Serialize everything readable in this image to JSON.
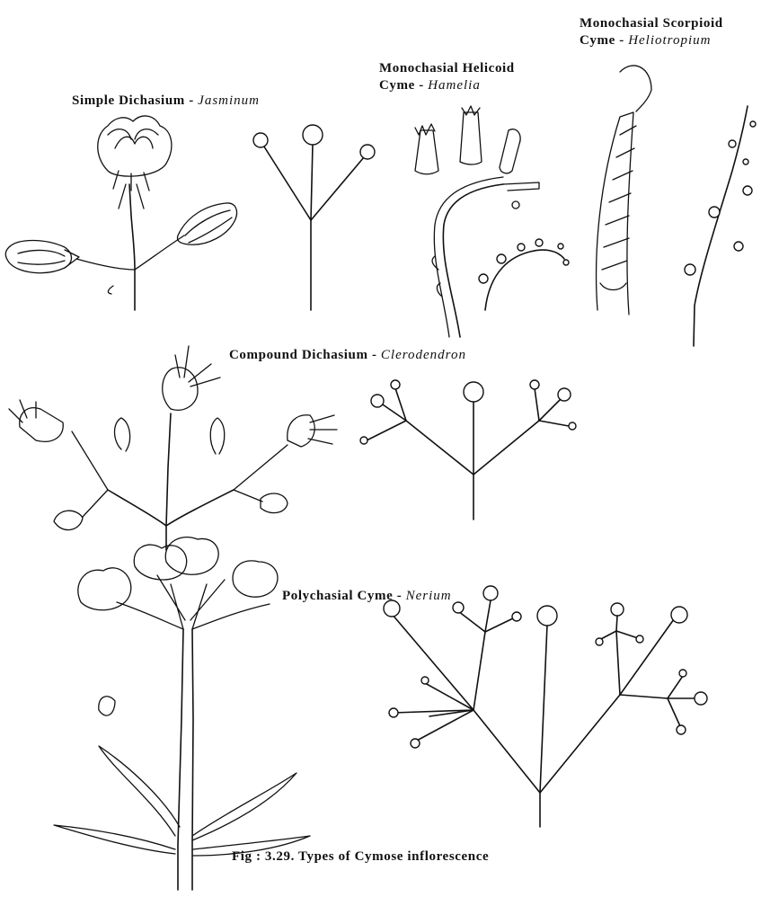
{
  "figure": {
    "caption": "Fig : 3.29. Types of Cymose inflorescence",
    "panels": [
      {
        "id": "simple-dichasium",
        "name": "Simple Dichasium",
        "separator": " - ",
        "example": "Jasminum"
      },
      {
        "id": "helicoid",
        "name_line1": "Monochasial Helicoid",
        "name_line2": "Cyme",
        "separator": " - ",
        "example": "Hamelia"
      },
      {
        "id": "scorpioid",
        "name_line1": "Monochasial Scorpioid",
        "name_line2": "Cyme",
        "separator": " - ",
        "example": "Heliotropium"
      },
      {
        "id": "compound-dichasium",
        "name": "Compound Dichasium",
        "separator": " - ",
        "example": "Clerodendron"
      },
      {
        "id": "polychasial",
        "name": "Polychasial Cyme",
        "separator": " - ",
        "example": "Nerium"
      }
    ]
  }
}
